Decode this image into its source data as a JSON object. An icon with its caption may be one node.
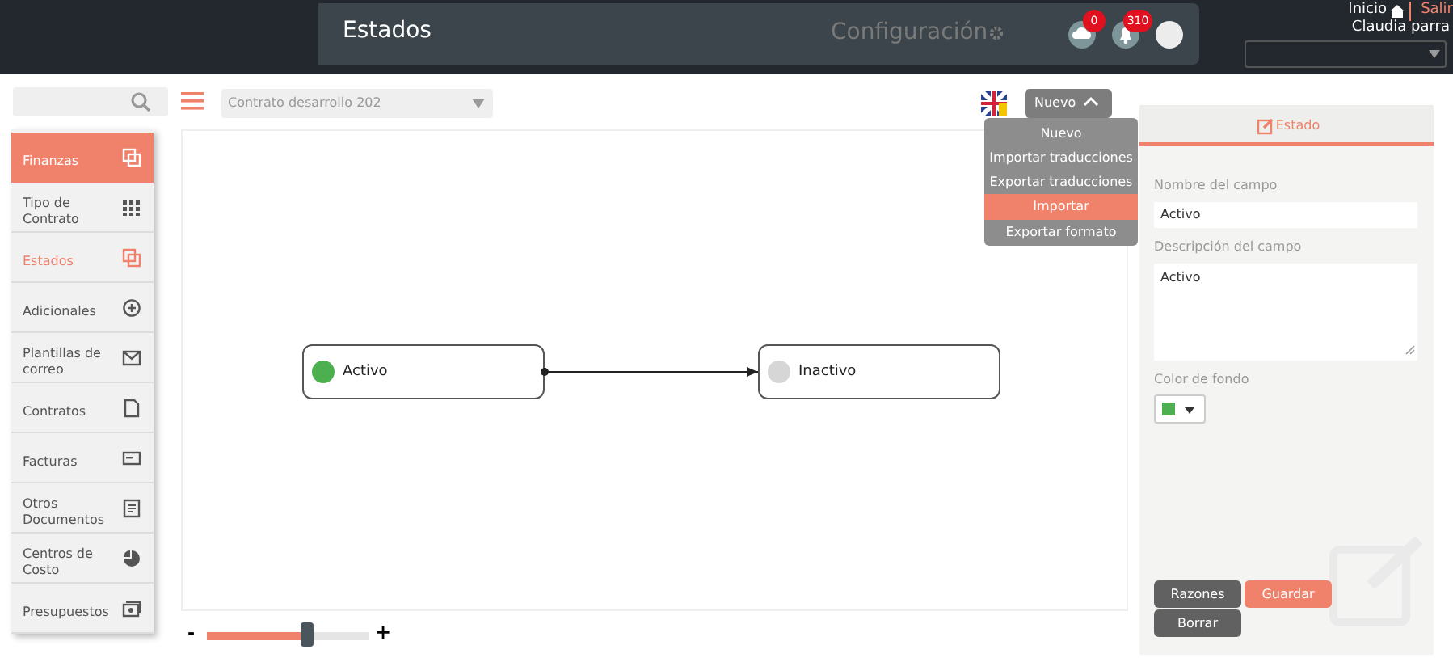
{
  "diagram": {
    "nodes": [
      {
        "text": [
          "Activo"
        ]
      },
      {
        "text": [
          "Inactivo"
        ]
      }
    ],
    "edges": [
      {
        "from": 0,
        "to": 1,
        "arrow": "to"
      }
    ],
    "labels": [
      "Estados",
      "Configuración",
      "0",
      "310",
      "Inicio",
      "Salir",
      "Claudia parra",
      "Contrato desarrollo 202",
      "Nuevo",
      "Nuevo",
      "Importar traducciones",
      "Exportar traducciones",
      "Importar",
      "Exportar formato",
      "Finanzas",
      "Tipo de Contrato",
      "Estados",
      "Adicionales",
      "Plantillas de correo",
      "Contratos",
      "Facturas",
      "Otros Documentos",
      "Centros de Costo",
      "Presupuestos",
      "Estado",
      "Nombre del campo",
      "Activo",
      "Descripción del campo",
      "Activo",
      "Color de fondo",
      "-",
      "+",
      "Razones",
      "Guardar",
      "Borrar"
    ]
  }
}
